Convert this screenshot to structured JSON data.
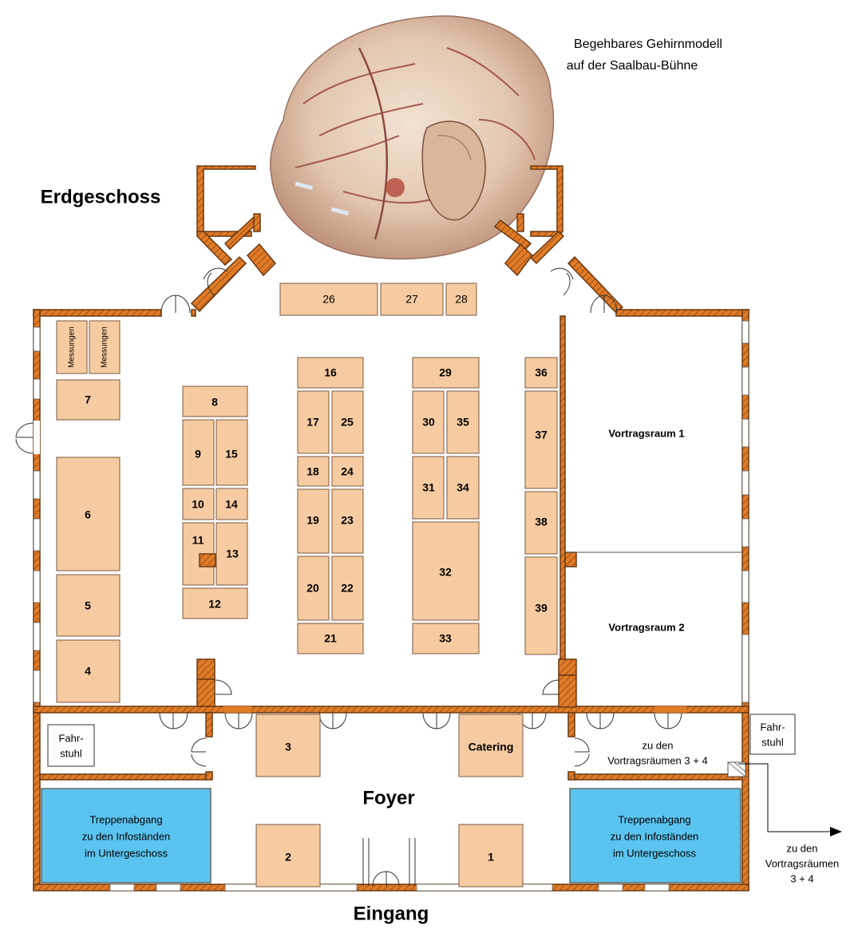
{
  "title": "Erdgeschoss",
  "brain_caption": [
    "Begehbares Gehirnmodell",
    "auf der Saalbau-Bühne"
  ],
  "foyer_label": "Foyer",
  "entrance_label": "Eingang",
  "elevator_label": [
    "Fahr-",
    "stuhl"
  ],
  "lecture_rooms": [
    "Vortragsraum 1",
    "Vortragsraum 2"
  ],
  "stair_text": [
    "Treppenabgang",
    "zu den Infoständen",
    "im Untergeschoss"
  ],
  "to_rooms_inner": [
    "zu den",
    "Vortragsräumen 3 + 4"
  ],
  "to_rooms_outer": [
    "zu den",
    "Vortragsräumen",
    "3 + 4"
  ],
  "measure_label": "Messungen",
  "catering_label": "Catering",
  "booths": [
    "1",
    "2",
    "3",
    "4",
    "5",
    "6",
    "7",
    "8",
    "9",
    "10",
    "11",
    "12",
    "13",
    "14",
    "15",
    "16",
    "17",
    "18",
    "19",
    "20",
    "21",
    "22",
    "23",
    "24",
    "25",
    "26",
    "27",
    "28",
    "29",
    "30",
    "31",
    "32",
    "33",
    "34",
    "35",
    "36",
    "37",
    "38",
    "39"
  ],
  "colors": {
    "booth": "#f7cba1",
    "wall": "#e07b28",
    "stairs": "#5bc3ef"
  }
}
